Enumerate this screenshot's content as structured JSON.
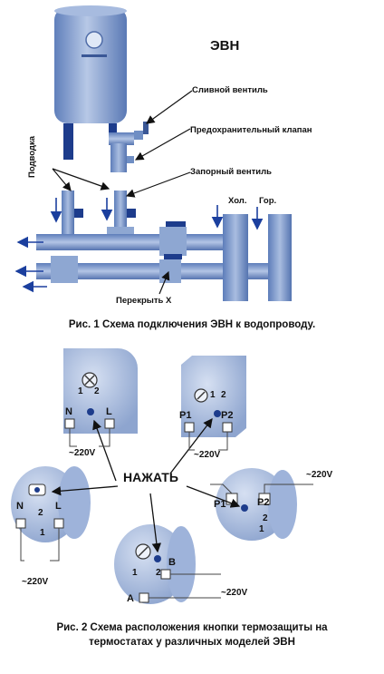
{
  "fig1": {
    "title": "ЭВН",
    "labels": {
      "drain": "Сливной вентиль",
      "safety": "Предохранительный клапан",
      "shutoff": "Запорный вентиль",
      "supply": "Подводка",
      "cold": "Хол.",
      "hot": "Гор.",
      "block": "Перекрыть Х"
    },
    "caption": "Рис. 1  Схема подключения ЭВН к водопроводу."
  },
  "fig2": {
    "press": "НАЖАТЬ",
    "voltage": "~220V",
    "terminals": {
      "n": "N",
      "l": "L",
      "p1": "P1",
      "p2": "P2",
      "a": "A",
      "b": "B",
      "one": "1",
      "two": "2"
    },
    "caption_line1": "Рис. 2  Схема расположения кнопки термозащиты на",
    "caption_line2": "термостатах у различных моделей ЭВН"
  },
  "colors": {
    "body": "#8ea7d2",
    "body_light": "#c5d4ec",
    "pipe": "#6f8ec4",
    "dark": "#1d3c8c",
    "arrow": "#1b3f9e"
  }
}
